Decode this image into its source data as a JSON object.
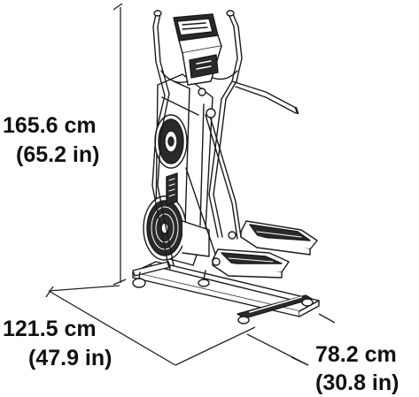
{
  "dimensions": {
    "height": {
      "metric": "165.6 cm",
      "imperial": "(65.2 in)"
    },
    "length": {
      "metric": "121.5 cm",
      "imperial": "(47.9 in)"
    },
    "width": {
      "metric": "78.2 cm",
      "imperial": "(30.8 in)"
    }
  },
  "product": {
    "type": "elliptical-trainer",
    "line_color": "#1a1a1a",
    "fill_light": "#ffffff",
    "fill_dark": "#2a2a2a"
  }
}
